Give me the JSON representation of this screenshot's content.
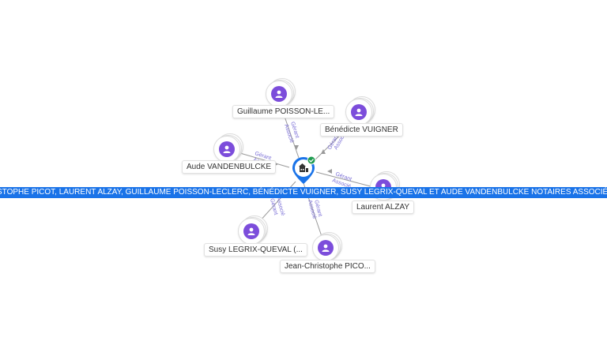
{
  "company": {
    "banner_text": "JEAN-CHRISTOPHE PICOT, LAURENT ALZAY, GUILLAUME POISSON-LECLERC, BÉNÉDICTE VUIGNER, SUSY LEGRIX-QUEVAL ET AUDE VANDENBULCKE NOTAIRES ASSOCIÉS, SOCIÉTÉ",
    "icon": "building-icon",
    "badge_icon": "check-icon",
    "colors": {
      "pin": "#1a73e8",
      "badge": "#1e9b4f",
      "banner": "#1a73e8"
    }
  },
  "people": [
    {
      "name": "Guillaume POISSON-LE...",
      "icon": "person-icon",
      "role_lines": [
        "Gérant",
        "Associé"
      ]
    },
    {
      "name": "Bénédicte VUIGNER",
      "icon": "person-icon",
      "role_lines": [
        "Gérant",
        "Associé"
      ]
    },
    {
      "name": "Aude VANDENBULCKE",
      "icon": "person-icon",
      "role_lines": [
        "Gérant",
        "Associé"
      ]
    },
    {
      "name": "Laurent ALZAY",
      "icon": "person-icon",
      "role_lines": [
        "Gérant",
        "Associé"
      ]
    },
    {
      "name": "Susy LEGRIX-QUEVAL (...",
      "icon": "person-icon",
      "role_lines": [
        "Gérant",
        "Associé"
      ]
    },
    {
      "name": "Jean-Christophe PICO...",
      "icon": "person-icon",
      "role_lines": [
        "Gérant",
        "Associé"
      ]
    }
  ],
  "colors": {
    "avatar": "#7c4ddb",
    "edge": "#9a9a9a",
    "edge_label": "#7b6fd6"
  }
}
